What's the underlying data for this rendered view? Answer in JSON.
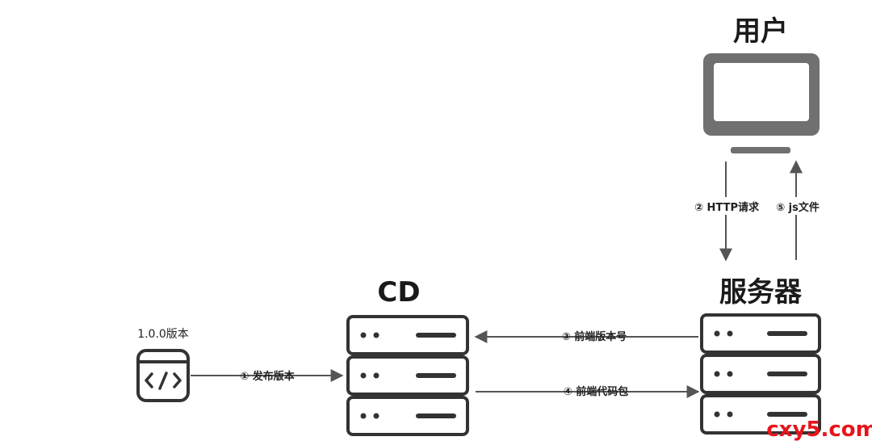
{
  "nodes": {
    "user": {
      "title": "用户"
    },
    "cd": {
      "title": "CD"
    },
    "server": {
      "title": "服务器"
    },
    "artifact": {
      "title": "1.0.0版本"
    }
  },
  "edges": [
    {
      "id": "e1",
      "label": "① 发布版本"
    },
    {
      "id": "e2",
      "label": "② HTTP请求"
    },
    {
      "id": "e3",
      "label": "③ 前端版本号"
    },
    {
      "id": "e4",
      "label": "④ 前端代码包"
    },
    {
      "id": "e5",
      "label": "⑤ js文件"
    }
  ],
  "watermark": "cxy5.com",
  "colors": {
    "line": "#555555",
    "box": "#333333",
    "monitor": "#707070",
    "watermark": "#e8141b"
  }
}
